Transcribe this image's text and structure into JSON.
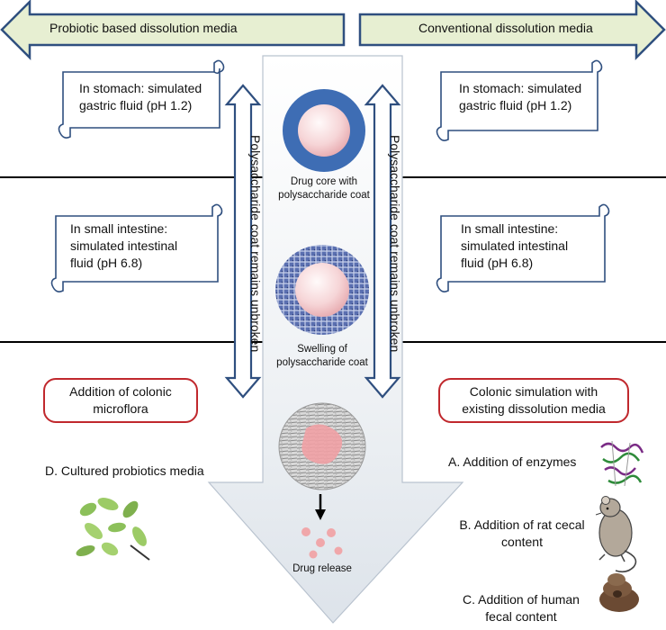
{
  "header": {
    "left_title": "Probiotic based dissolution media",
    "right_title": "Conventional dissolution media"
  },
  "left": {
    "stomach": [
      "In stomach: simulated",
      "gastric fluid (pH 1.2)"
    ],
    "intestine": [
      "In small intestine:",
      "simulated intestinal",
      "fluid (pH 6.8)"
    ],
    "colon_box": [
      "Addition of colonic",
      "microflora"
    ],
    "probiotics": "D. Cultured probiotics media"
  },
  "right": {
    "stomach": [
      "In stomach: simulated",
      "gastric fluid (pH 1.2)"
    ],
    "intestine": [
      "In small intestine:",
      "simulated intestinal",
      "fluid (pH 6.8)"
    ],
    "colon_box": [
      "Colonic simulation with",
      "existing dissolution media"
    ],
    "option_a": "A. Addition of enzymes",
    "option_b": [
      "B. Addition of rat cecal",
      "content"
    ],
    "option_c": [
      "C. Addition of human",
      "fecal content"
    ]
  },
  "center": {
    "vertical_label": "Polysaccharide coat remains unbroken",
    "stage1": [
      "Drug core with",
      "polysaccharide coat"
    ],
    "stage2": [
      "Swelling of",
      "polysaccharide coat"
    ],
    "stage3": "Drug release"
  },
  "colors": {
    "arrow_fill": "#e7efd2",
    "arrow_stroke": "#2f4f7f",
    "coat_blue": "#3e6db4",
    "core_pink": "#f3c3c6",
    "box_red": "#c0282d"
  }
}
